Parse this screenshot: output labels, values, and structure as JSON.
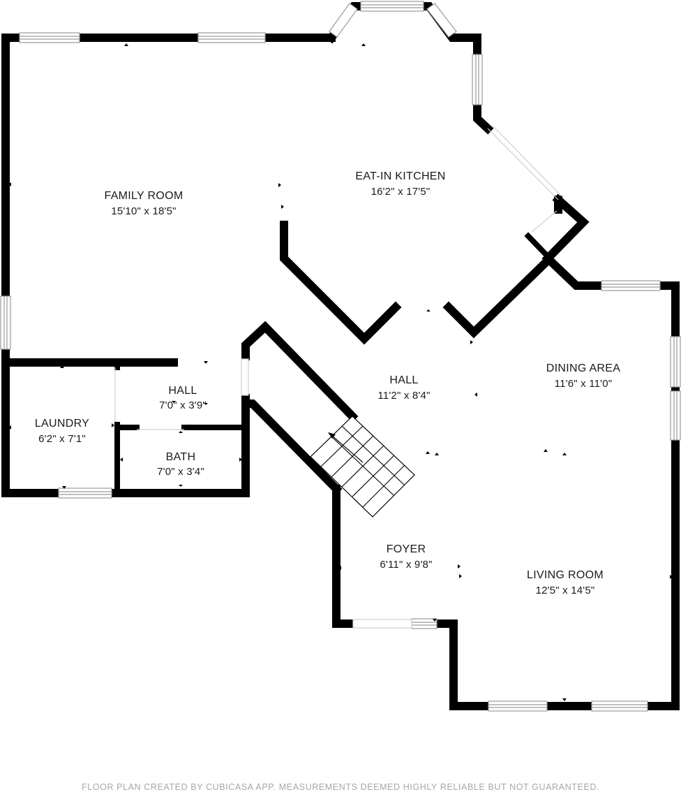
{
  "rooms": {
    "family_room": {
      "name": "FAMILY ROOM",
      "dims": "15'10\" x 18'5\""
    },
    "kitchen": {
      "name": "EAT-IN KITCHEN",
      "dims": "16'2\" x 17'5\""
    },
    "dining": {
      "name": "DINING AREA",
      "dims": "11'6\" x 11'0\""
    },
    "hall_main": {
      "name": "HALL",
      "dims": "11'2\" x 8'4\""
    },
    "hall_small": {
      "name": "HALL",
      "dims": "7'0\" x 3'9\""
    },
    "laundry": {
      "name": "LAUNDRY",
      "dims": "6'2\" x 7'1\""
    },
    "bath": {
      "name": "BATH",
      "dims": "7'0\" x 3'4\""
    },
    "foyer": {
      "name": "FOYER",
      "dims": "6'11\" x 9'8\""
    },
    "living": {
      "name": "LIVING ROOM",
      "dims": "12'5\" x 14'5\""
    }
  },
  "footer": "FLOOR PLAN CREATED BY CUBICASA APP. MEASUREMENTS DEEMED HIGHLY RELIABLE BUT NOT GUARANTEED.",
  "colors": {
    "wall": "#000000",
    "window_frame": "#9a9a9a",
    "footer_text": "#a7a7a7"
  }
}
